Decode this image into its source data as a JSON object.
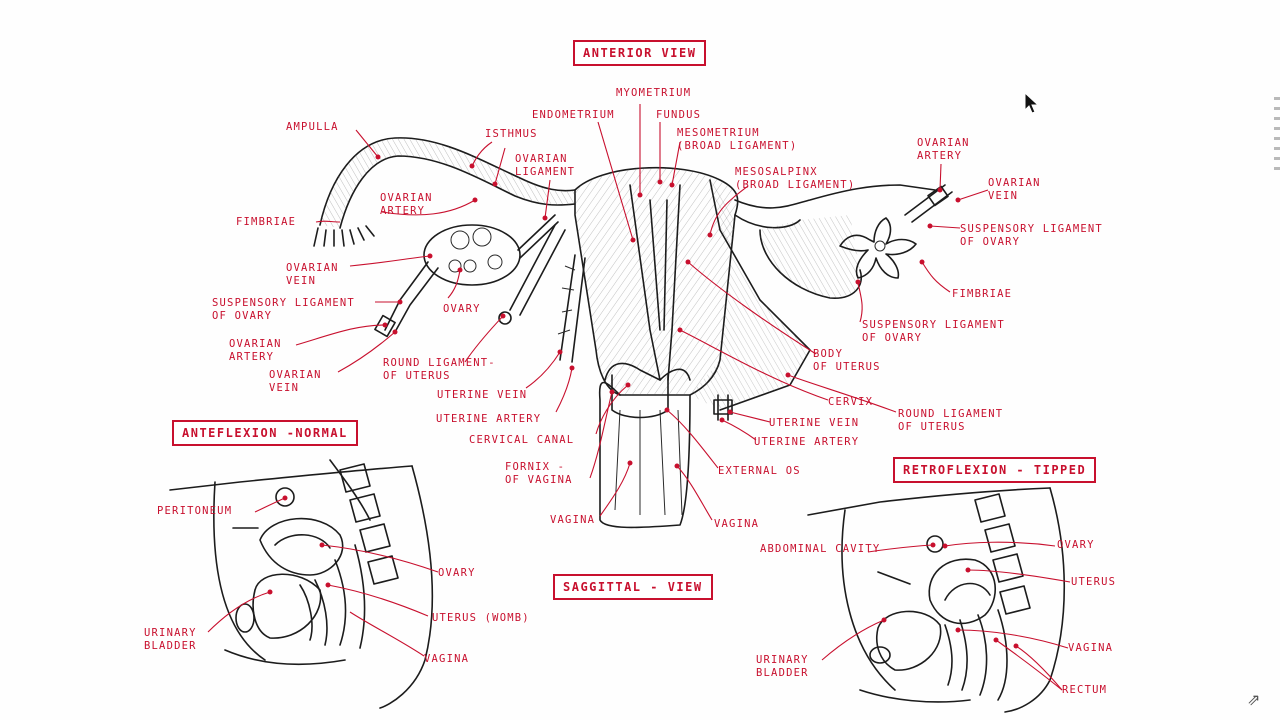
{
  "titles": {
    "anterior": "ANTERIOR VIEW",
    "anteflexion": "ANTEFLEXION -NORMAL",
    "retroflexion": "RETROFLEXION - TIPPED",
    "sagittal": "SAGGITTAL - VIEW"
  },
  "anterior_labels": {
    "ampulla": "AMPULLA",
    "isthmus": "ISTHMUS",
    "ovarian_ligament": "OVARIAN\nLIGAMENT",
    "endometrium": "ENDOMETRIUM",
    "myometrium": "MYOMETRIUM",
    "fundus": "FUNDUS",
    "mesometrium": "MESOMETRIUM\n(BROAD LIGAMENT)",
    "mesosalpinx": "MESOSALPINX\n(BROAD LIGAMENT)",
    "ovarian_artery_right": "OVARIAN\nARTERY",
    "ovarian_vein_right": "OVARIAN\nVEIN",
    "suspensory_right_top": "SUSPENSORY LIGAMENT\nOF OVARY",
    "fimbriae_right": "FIMBRIAE",
    "suspensory_right_mid": "SUSPENSORY LIGAMENT\nOF OVARY",
    "fimbriae_left": "FIMBRIAE",
    "ovarian_artery_left_top": "OVARIAN\nARTERY",
    "ovarian_vein_left": "OVARIAN\nVEIN",
    "suspensory_left": "SUSPENSORY LIGAMENT\nOF OVARY",
    "ovary": "OVARY",
    "ovarian_artery_left_bottom": "OVARIAN\nARTERY",
    "ovarian_vein_left_bottom": "OVARIAN\nVEIN",
    "round_ligament_left": "ROUND LIGAMENT-\nOF UTERUS",
    "uterine_vein_left": "UTERINE VEIN",
    "uterine_artery_left": "UTERINE ARTERY",
    "cervical_canal": "CERVICAL CANAL",
    "fornix": "FORNIX -\nOF VAGINA",
    "vagina_left": "VAGINA",
    "external_os": "EXTERNAL OS",
    "vagina_right": "VAGINA",
    "body_of_uterus": "BODY\nOF UTERUS",
    "cervix": "CERVIX",
    "round_ligament_right": "ROUND LIGAMENT\nOF UTERUS",
    "uterine_vein_right": "UTERINE VEIN",
    "uterine_artery_right": "UTERINE ARTERY"
  },
  "anteflexion_labels": {
    "peritoneum": "PERITONEUM",
    "ovary": "OVARY",
    "uterus": "UTERUS (WOMB)",
    "urinary_bladder": "URINARY\nBLADDER",
    "vagina": "VAGINA"
  },
  "retroflexion_labels": {
    "abdominal_cavity": "ABDOMINAL CAVITY",
    "ovary": "OVARY",
    "uterus": "UTERUS",
    "urinary_bladder": "URINARY\nBLADDER",
    "vagina": "VAGINA",
    "rectum": "RECTUM"
  },
  "colors": {
    "label": "#c8102e",
    "ink": "#1c1c1c"
  }
}
